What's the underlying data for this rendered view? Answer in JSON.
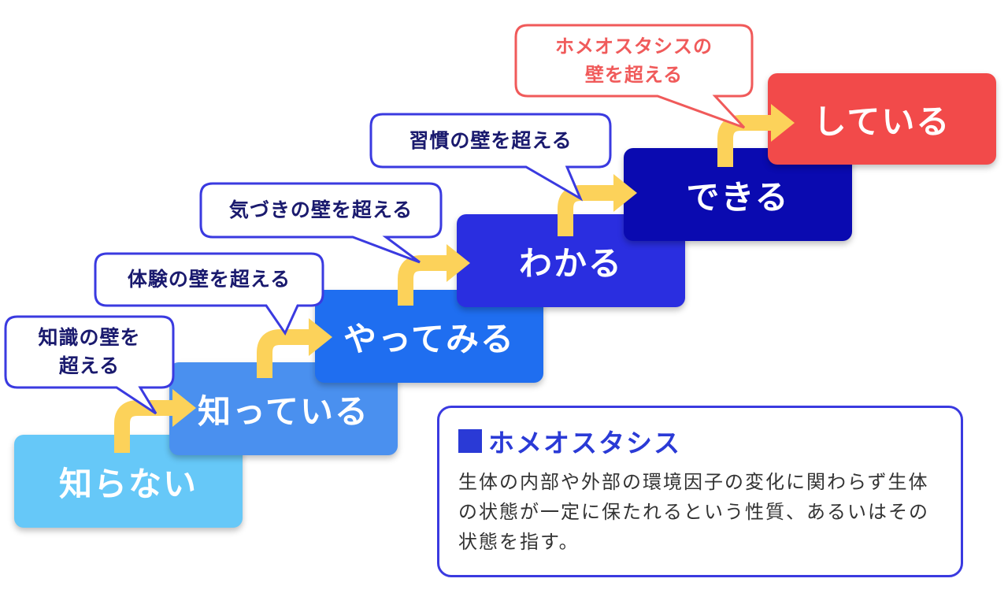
{
  "colors": {
    "step1": "#66c8f8",
    "step2": "#4a90ef",
    "step3": "#1f6ef0",
    "step4": "#2a2ee0",
    "step5": "#0a0ab0",
    "step6": "#f24a4a",
    "arrow": "#fcd25a",
    "bubble_border_blue": "#3a3ae0",
    "bubble_border_red": "#f05a5a",
    "definition_border": "#3a3ae0"
  },
  "steps": [
    {
      "label": "知らない"
    },
    {
      "label": "知っている"
    },
    {
      "label": "やってみる"
    },
    {
      "label": "わかる"
    },
    {
      "label": "できる"
    },
    {
      "label": "している"
    }
  ],
  "walls": [
    {
      "label": "知識の壁を\n超える"
    },
    {
      "label": "体験の壁を超える"
    },
    {
      "label": "気づきの壁を超える"
    },
    {
      "label": "習慣の壁を超える"
    },
    {
      "label": "ホメオスタシスの\n壁を超える"
    }
  ],
  "definition": {
    "title": "ホメオスタシス",
    "body": "生体の内部や外部の環境因子の変化に関わらず生体の状態が一定に保たれるという性質、あるいはその状態を指す。"
  }
}
